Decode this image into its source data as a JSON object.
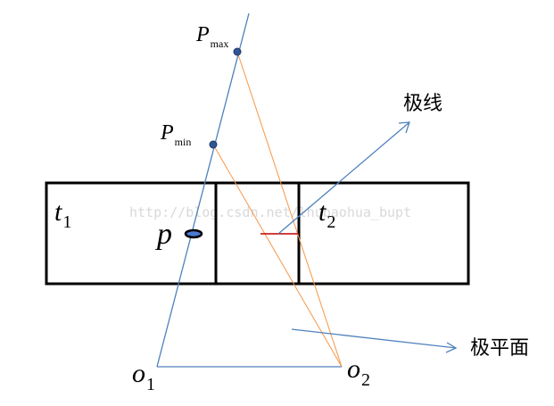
{
  "labels": {
    "p_max": {
      "main": "P",
      "sub": "max"
    },
    "p_min": {
      "main": "P",
      "sub": "min"
    },
    "t1": {
      "main": "t",
      "sub": "1"
    },
    "t2": {
      "main": "t",
      "sub": "2"
    },
    "p": "p",
    "o1": {
      "main": "o",
      "sub": "1"
    },
    "o2": {
      "main": "o",
      "sub": "2"
    },
    "epipolar_line": "极线",
    "epipolar_plane": "极平面"
  },
  "watermark": "http://blog.csdn.net/lhubaohua_bupt",
  "colors": {
    "blue_line": "#4f81bd",
    "orange_line": "#f79646",
    "red_mark": "#c00000",
    "box": "#000000",
    "point_fill": "#2f5597",
    "watermark": "#d9d9d9"
  }
}
